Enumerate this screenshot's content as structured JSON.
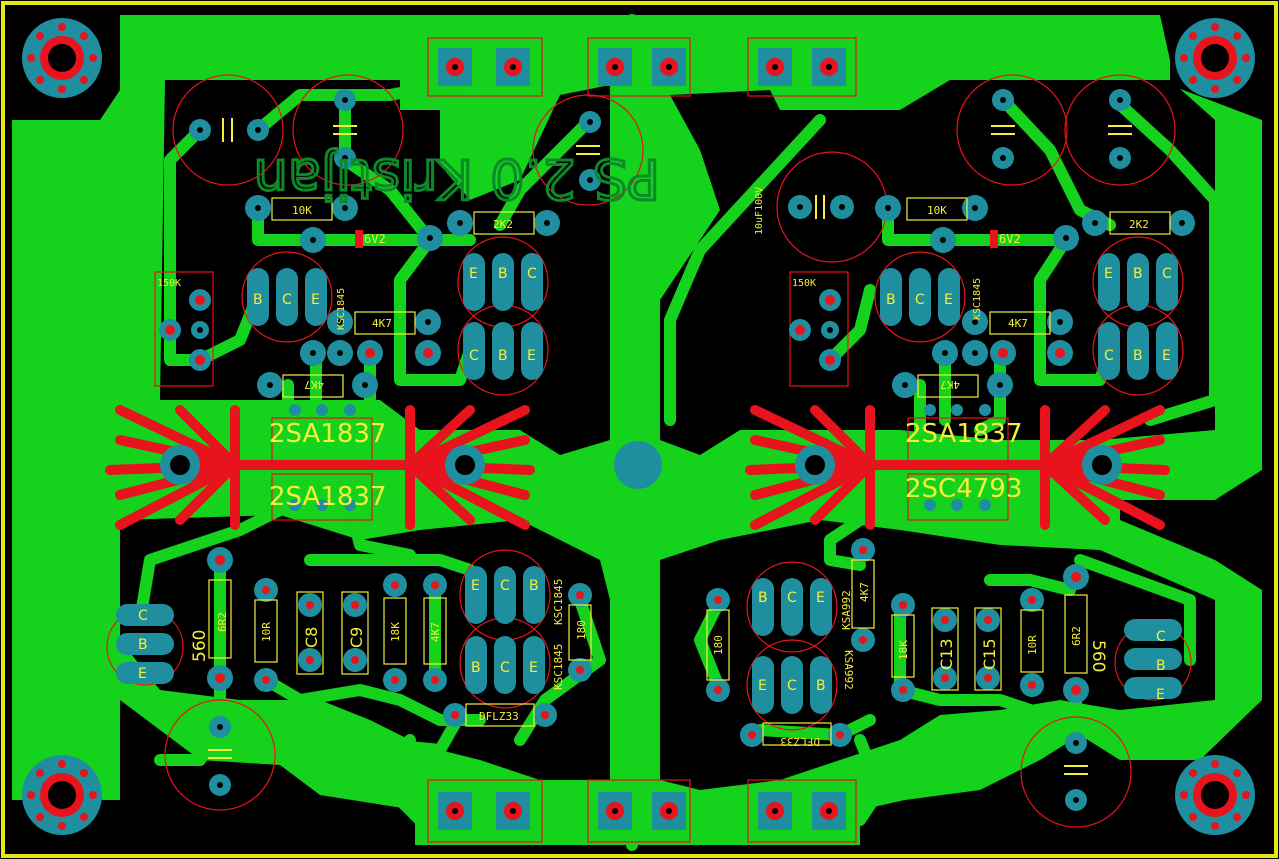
{
  "board": {
    "title": "PS 2.0 Kristijan",
    "colors": {
      "background": "#000000",
      "copper": "#15d21c",
      "pad": "#1f8fa0",
      "drill": "#e8131c",
      "silk": "#f4ef3a",
      "outline": "#e8131c",
      "edge": "#e6e61a",
      "title": "#0c8a2a"
    }
  },
  "labels": {
    "r10k_l": "10K",
    "r2k2_l": "2K2",
    "z6v2_l": "6V2",
    "r150k_l": "150K",
    "ksc1845_l1": "KSC1845",
    "r4k7_l1": "4K7",
    "r4k7_l2": "4K7",
    "q_top_l": "2SA1837",
    "q_bot_l": "2SA1837",
    "r6r2_l": "6R2",
    "r560_l": "560",
    "r10r_l": "10R",
    "c8_l": "C8",
    "c9_l": "C9",
    "r18k_l": "18K",
    "r4k7_l3": "4K7",
    "ksc1845_l2": "KSC1845",
    "ksc1845_l3": "KSC1845",
    "r180_l": "180",
    "dflz33_l": "DFLZ33",
    "c100u_r": "10uF100V",
    "r150k_r": "150K",
    "r10k_r": "10K",
    "r2k2_r": "2K2",
    "z6v2_r": "6V2",
    "ksc1845_r1": "KSC1845",
    "r4k7_r1": "4K7",
    "r4k7_r2": "4K7",
    "q_top_r": "2SA1837",
    "q_bot_r": "2SC4793",
    "ksa992_r1": "KSA992",
    "ksa992_r2": "KSA992",
    "r4k7_r3": "4K7",
    "r180_r": "180",
    "r18k_r": "18K",
    "c13_r": "C13",
    "c15_r": "C15",
    "r10r_r": "10R",
    "r6r2_r": "6R2",
    "r560_r": "560",
    "dflz33_r": "DFLZ33"
  },
  "pins": {
    "b": "B",
    "c": "C",
    "e": "E"
  }
}
